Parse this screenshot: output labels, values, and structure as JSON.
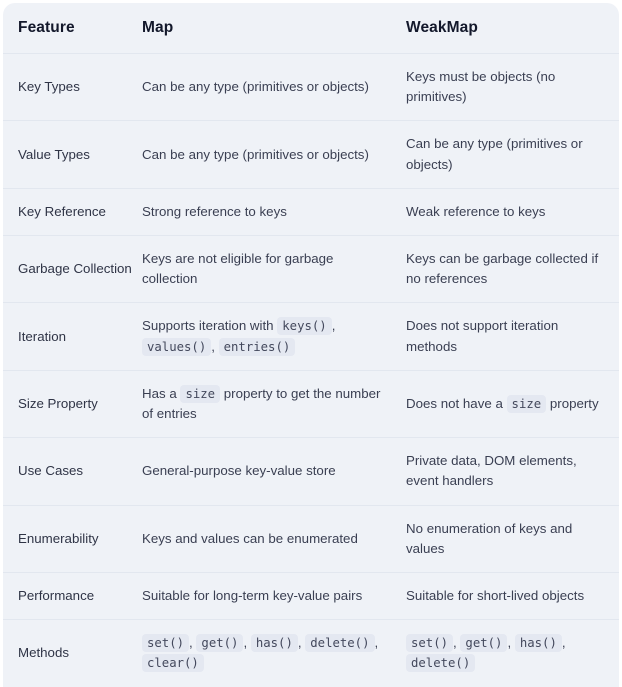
{
  "table": {
    "headers": [
      "Feature",
      "Map",
      "WeakMap"
    ],
    "colors": {
      "background": "#eff2f7",
      "row_divider": "#e2e7ef",
      "header_text": "#13182b",
      "body_text": "#3a3f52",
      "code_background": "#e4e8f1",
      "code_text": "#43485c"
    },
    "rows": [
      {
        "feature": "Key Types",
        "map": [
          {
            "type": "text",
            "value": "Can be any type (primitives or objects)"
          }
        ],
        "weakmap": [
          {
            "type": "text",
            "value": "Keys must be objects (no primitives)"
          }
        ]
      },
      {
        "feature": "Value Types",
        "map": [
          {
            "type": "text",
            "value": "Can be any type (primitives or objects)"
          }
        ],
        "weakmap": [
          {
            "type": "text",
            "value": "Can be any type (primitives or objects)"
          }
        ]
      },
      {
        "feature": "Key Reference",
        "map": [
          {
            "type": "text",
            "value": "Strong reference to keys"
          }
        ],
        "weakmap": [
          {
            "type": "text",
            "value": "Weak reference to keys"
          }
        ]
      },
      {
        "feature": "Garbage Collection",
        "map": [
          {
            "type": "text",
            "value": "Keys are not eligible for garbage collection"
          }
        ],
        "weakmap": [
          {
            "type": "text",
            "value": "Keys can be garbage collected if no references"
          }
        ]
      },
      {
        "feature": "Iteration",
        "map": [
          {
            "type": "text",
            "value": "Supports iteration with "
          },
          {
            "type": "code",
            "value": "keys()"
          },
          {
            "type": "text",
            "value": ", "
          },
          {
            "type": "code",
            "value": "values()"
          },
          {
            "type": "text",
            "value": ", "
          },
          {
            "type": "code",
            "value": "entries()"
          }
        ],
        "weakmap": [
          {
            "type": "text",
            "value": "Does not support iteration methods"
          }
        ]
      },
      {
        "feature": "Size Property",
        "map": [
          {
            "type": "text",
            "value": "Has a "
          },
          {
            "type": "code",
            "value": "size"
          },
          {
            "type": "text",
            "value": " property to get the number of entries"
          }
        ],
        "weakmap": [
          {
            "type": "text",
            "value": "Does not have a "
          },
          {
            "type": "code",
            "value": "size"
          },
          {
            "type": "text",
            "value": " property"
          }
        ]
      },
      {
        "feature": "Use Cases",
        "map": [
          {
            "type": "text",
            "value": "General-purpose key-value store"
          }
        ],
        "weakmap": [
          {
            "type": "text",
            "value": "Private data, DOM elements, event handlers"
          }
        ]
      },
      {
        "feature": "Enumerability",
        "map": [
          {
            "type": "text",
            "value": "Keys and values can be enumerated"
          }
        ],
        "weakmap": [
          {
            "type": "text",
            "value": "No enumeration of keys and values"
          }
        ]
      },
      {
        "feature": "Performance",
        "map": [
          {
            "type": "text",
            "value": "Suitable for long-term key-value pairs"
          }
        ],
        "weakmap": [
          {
            "type": "text",
            "value": "Suitable for short-lived objects"
          }
        ]
      },
      {
        "feature": "Methods",
        "map": [
          {
            "type": "code",
            "value": "set()"
          },
          {
            "type": "text",
            "value": ", "
          },
          {
            "type": "code",
            "value": "get()"
          },
          {
            "type": "text",
            "value": ", "
          },
          {
            "type": "code",
            "value": "has()"
          },
          {
            "type": "text",
            "value": ", "
          },
          {
            "type": "code",
            "value": "delete()"
          },
          {
            "type": "text",
            "value": ", "
          },
          {
            "type": "code",
            "value": "clear()"
          }
        ],
        "weakmap": [
          {
            "type": "code",
            "value": "set()"
          },
          {
            "type": "text",
            "value": ", "
          },
          {
            "type": "code",
            "value": "get()"
          },
          {
            "type": "text",
            "value": ", "
          },
          {
            "type": "code",
            "value": "has()"
          },
          {
            "type": "text",
            "value": ", "
          },
          {
            "type": "code",
            "value": "delete()"
          }
        ]
      }
    ]
  }
}
